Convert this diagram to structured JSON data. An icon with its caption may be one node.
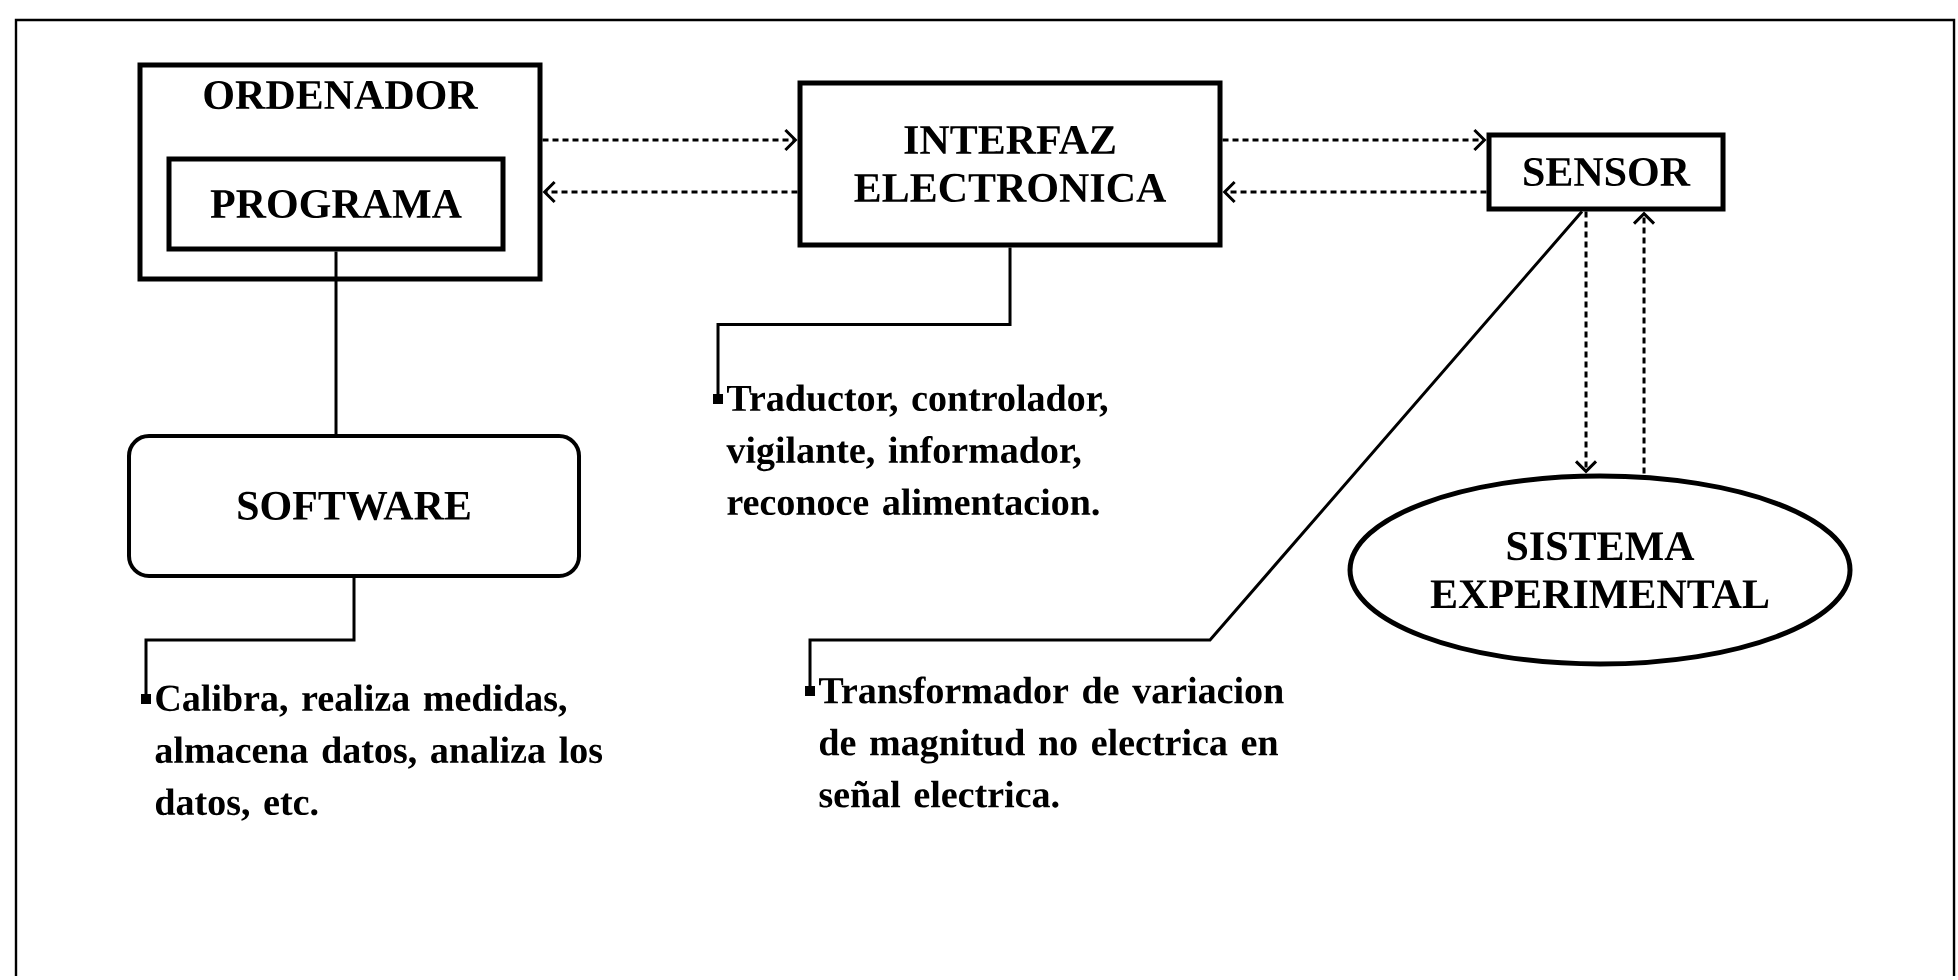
{
  "diagram": {
    "nodes": [
      {
        "text": [
          "ORDENADOR"
        ]
      },
      {
        "text": [
          "PROGRAMA"
        ],
        "in": 0
      },
      {
        "text": [
          "INTERFAZ ELECTRONICA"
        ]
      },
      {
        "text": [
          "SENSOR"
        ]
      },
      {
        "text": [
          "SOFTWARE"
        ]
      },
      {
        "text": [
          "Traductor, controlador, vigilante, informador, reconoce alimentacion."
        ]
      },
      {
        "text": [
          "SISTEMA EXPERIMENTAL"
        ]
      },
      {
        "text": [
          "Calibra, realiza medidas, almacena datos, analiza los datos, etc."
        ]
      },
      {
        "text": [
          "Transformador de variacion de magnitud no electrica en señal electrica."
        ]
      }
    ],
    "edges": [
      {
        "from": 0,
        "to": 2,
        "arrow": "to",
        "style": "dashed"
      },
      {
        "from": 2,
        "to": 0,
        "arrow": "to",
        "style": "dashed"
      },
      {
        "from": 2,
        "to": 3,
        "arrow": "to",
        "style": "dashed"
      },
      {
        "from": 3,
        "to": 2,
        "arrow": "to",
        "style": "dashed"
      },
      {
        "from": 3,
        "to": 6,
        "arrow": "to",
        "style": "dashed"
      },
      {
        "from": 6,
        "to": 3,
        "arrow": "to",
        "style": "dashed"
      },
      {
        "from": 1,
        "to": 4,
        "arrow": "none"
      },
      {
        "from": 4,
        "to": 7,
        "arrow": "other"
      },
      {
        "from": 2,
        "to": 5,
        "arrow": "other"
      },
      {
        "from": 3,
        "to": 8,
        "arrow": "other"
      }
    ]
  }
}
